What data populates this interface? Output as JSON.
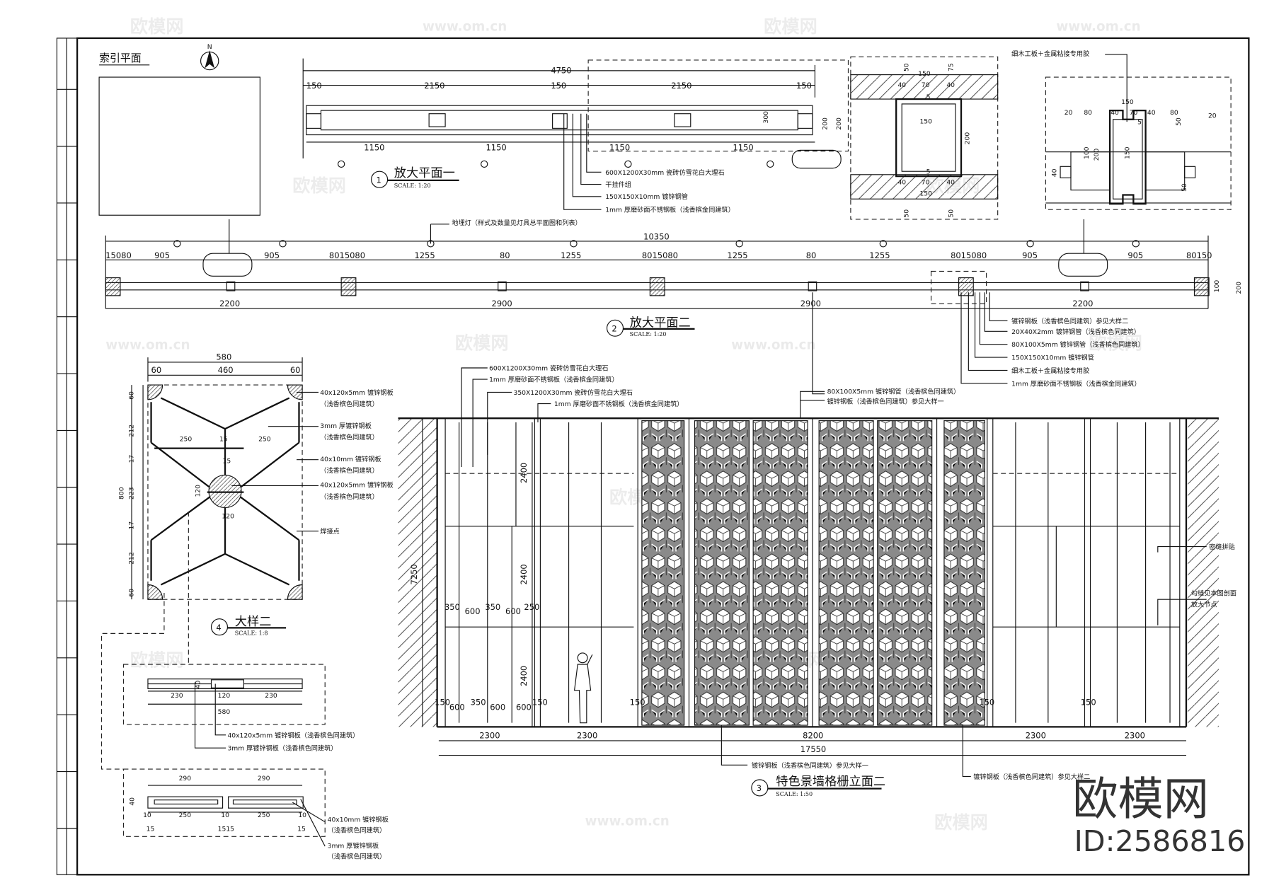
{
  "index_plan": {
    "title": "索引平面",
    "north": "N"
  },
  "plan1": {
    "number": "1",
    "title": "放大平面一",
    "scale": "SCALE:  1:20",
    "dim_total": "4750",
    "dims_sub": [
      "150",
      "2150",
      "150",
      "2150",
      "150"
    ],
    "dims_bottom": [
      "1150",
      "1150",
      "1150",
      "1150"
    ],
    "dim_side": [
      "300",
      "200"
    ],
    "notes": [
      "600X1200X30mm 瓷砖仿雪花白大理石",
      "干挂件组",
      "150X150X10mm 镀锌钢管",
      "1mm 厚磨砂面不锈钢板（浅香槟金同建筑）"
    ],
    "light_note": "地埋灯（样式及数量见灯具总平面图和列表）"
  },
  "detail_a": {
    "dims": [
      "150",
      "40",
      "70",
      "40",
      "150",
      "200",
      "40",
      "70",
      "40",
      "150",
      "50",
      "75",
      "50",
      "50",
      "200",
      "5",
      "5"
    ]
  },
  "detail_b": {
    "note": "细木工板＋金属粘接专用胶",
    "dims": [
      "150",
      "20",
      "80",
      "40",
      "70",
      "40",
      "80",
      "20",
      "5",
      "50",
      "40",
      "100",
      "200",
      "150",
      "50"
    ]
  },
  "plan2": {
    "number": "2",
    "title": "放大平面二",
    "scale": "SCALE:  1:20",
    "dim_total": "10350",
    "dims_sub": [
      "15080",
      "905",
      "905",
      "8015080",
      "1255",
      "80",
      "1255",
      "8015080",
      "1255",
      "80",
      "1255",
      "8015080",
      "905",
      "905",
      "80150"
    ],
    "dims_bottom": [
      "2200",
      "2900",
      "2900",
      "2200"
    ],
    "dim_side": [
      "100",
      "200"
    ],
    "notes": [
      "镀锌钢板（浅香槟色同建筑）参见大样二",
      "20X40X2mm 镀锌钢管（浅香槟色同建筑）",
      "80X100X5mm 镀锌钢管（浅香槟色同建筑）",
      "150X150X10mm 镀锌钢管",
      "细木工板＋金属粘接专用胶",
      "1mm 厚磨砂面不锈钢板（浅香槟金同建筑）"
    ]
  },
  "detail4": {
    "number": "4",
    "title": "大样二",
    "scale": "SCALE:  1:8",
    "dims_top": [
      "580",
      "60",
      "460",
      "60"
    ],
    "dims_left": [
      "800",
      "60",
      "212",
      "17",
      "223",
      "17",
      "212",
      "60"
    ],
    "dims_inner": [
      "250",
      "15",
      "250",
      "15",
      "120",
      "120"
    ],
    "notes": [
      "40x120x5mm 镀锌钢板",
      "（浅香槟色同建筑）",
      "3mm 厚镀锌钢板",
      "（浅香槟色同建筑）",
      "40x10mm 镀锌钢板",
      "（浅香槟色同建筑）",
      "40x120x5mm 镀锌钢板",
      "（浅香槟色同建筑）",
      "焊接点"
    ]
  },
  "section1": {
    "dims": [
      "40",
      "230",
      "120",
      "230",
      "580"
    ],
    "notes": [
      "40x120x5mm 镀锌钢板（浅香槟色同建筑）",
      "3mm 厚镀锌钢板（浅香槟色同建筑）"
    ]
  },
  "section2": {
    "dims": [
      "290",
      "290",
      "40",
      "10",
      "250",
      "10",
      "250",
      "10",
      "15",
      "1515",
      "15"
    ],
    "notes": [
      "40x10mm 镀锌钢板",
      "（浅香槟色同建筑）",
      "3mm 厚镀锌钢板",
      "（浅香槟色同建筑）"
    ]
  },
  "elevation": {
    "number": "3",
    "title": "特色景墙格栅立面二",
    "scale": "SCALE:  1:50",
    "notes_top": [
      "600X1200X30mm 瓷砖仿雪花白大理石",
      "1mm 厚磨砂面不锈钢板（浅香槟金同建筑）",
      "350X1200X30mm 瓷砖仿雪花白大理石",
      "1mm 厚磨砂面不锈钢板（浅香槟金同建筑）",
      "80X100X5mm 镀锌钢管（浅香槟色同建筑）",
      "镀锌钢板（浅香槟色同建筑）参见大样一"
    ],
    "notes_right": [
      "密缝拼贴",
      "勾缝见本图剖面",
      "放大节点"
    ],
    "notes_bottom": [
      "镀锌钢板（浅香槟色同建筑）参见大样一",
      "镀锌钢板（浅香槟色同建筑）参见大样二"
    ],
    "dims_height": [
      "7250",
      "2400",
      "2400",
      "2400"
    ],
    "dims_row": [
      "350",
      "600",
      "350",
      "600",
      "250"
    ],
    "dims_base": [
      "150",
      "600",
      "350",
      "600",
      "600",
      "150",
      "150",
      "150",
      "150"
    ],
    "dims_bottom": [
      "2300",
      "2300",
      "8200",
      "2300",
      "2300"
    ],
    "dim_total": "17550"
  },
  "watermark": {
    "brand": "欧模网",
    "id": "ID:2586816",
    "site": "www.om.cn"
  },
  "colors": {
    "line": "#111111",
    "background": "#ffffff",
    "lattice_fill": "#8a8a8a",
    "watermark": "#333333"
  }
}
